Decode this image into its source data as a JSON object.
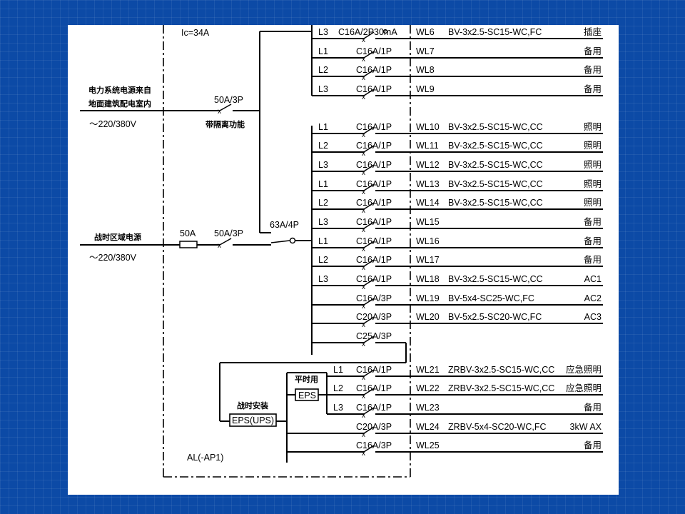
{
  "source_left": {
    "title_line1": "电力系统电源来自",
    "title_line2": "地面建筑配电室内",
    "voltage": "～220/380V",
    "breaker": "50A/3P",
    "breaker_note": "带隔离功能"
  },
  "source_war": {
    "title": "战时区域电源",
    "voltage": "～220/380V",
    "fuse": "50A",
    "breaker": "50A/3P"
  },
  "ic_label": "Ic=34A",
  "main_switch": "63A/4P",
  "panel_name": "AL(-AP1)",
  "upper_group": [
    {
      "phase": "L3",
      "breaker": "C16A/2P30mA",
      "circuit": "WL6",
      "cable": "BV-3x2.5-SC15-WC,FC",
      "load": "插座"
    },
    {
      "phase": "L1",
      "breaker": "C16A/1P",
      "circuit": "WL7",
      "cable": "",
      "load": "备用"
    },
    {
      "phase": "L2",
      "breaker": "C16A/1P",
      "circuit": "WL8",
      "cable": "",
      "load": "备用"
    },
    {
      "phase": "L3",
      "breaker": "C16A/1P",
      "circuit": "WL9",
      "cable": "",
      "load": "备用"
    }
  ],
  "middle_group": [
    {
      "phase": "L1",
      "breaker": "C16A/1P",
      "circuit": "WL10",
      "cable": "BV-3x2.5-SC15-WC,CC",
      "load": "照明"
    },
    {
      "phase": "L2",
      "breaker": "C16A/1P",
      "circuit": "WL11",
      "cable": "BV-3x2.5-SC15-WC,CC",
      "load": "照明"
    },
    {
      "phase": "L3",
      "breaker": "C16A/1P",
      "circuit": "WL12",
      "cable": "BV-3x2.5-SC15-WC,CC",
      "load": "照明"
    },
    {
      "phase": "L1",
      "breaker": "C16A/1P",
      "circuit": "WL13",
      "cable": "BV-3x2.5-SC15-WC,CC",
      "load": "照明"
    },
    {
      "phase": "L2",
      "breaker": "C16A/1P",
      "circuit": "WL14",
      "cable": "BV-3x2.5-SC15-WC,CC",
      "load": "照明"
    },
    {
      "phase": "L3",
      "breaker": "C16A/1P",
      "circuit": "WL15",
      "cable": "",
      "load": "备用"
    },
    {
      "phase": "L1",
      "breaker": "C16A/1P",
      "circuit": "WL16",
      "cable": "",
      "load": "备用"
    },
    {
      "phase": "L2",
      "breaker": "C16A/1P",
      "circuit": "WL17",
      "cable": "",
      "load": "备用"
    },
    {
      "phase": "L3",
      "breaker": "C16A/1P",
      "circuit": "WL18",
      "cable": "BV-3x2.5-SC15-WC,CC",
      "load": "AC1"
    },
    {
      "phase": "",
      "breaker": "C16A/3P",
      "circuit": "WL19",
      "cable": "BV-5x4-SC25-WC,FC",
      "load": "AC2"
    },
    {
      "phase": "",
      "breaker": "C20A/3P",
      "circuit": "WL20",
      "cable": "BV-5x2.5-SC20-WC,FC",
      "load": "AC3"
    }
  ],
  "eps_feeder": {
    "breaker": "C25A/3P"
  },
  "eps": {
    "box_label": "EPS(UPS)",
    "install_note": "战时安装",
    "peace_label": "EPS",
    "peace_note": "平时用"
  },
  "eps_group": [
    {
      "phase": "L1",
      "breaker": "C16A/1P",
      "circuit": "WL21",
      "cable": "ZRBV-3x2.5-SC15-WC,CC",
      "load": "应急照明"
    },
    {
      "phase": "L2",
      "breaker": "C16A/1P",
      "circuit": "WL22",
      "cable": "ZRBV-3x2.5-SC15-WC,CC",
      "load": "应急照明"
    },
    {
      "phase": "L3",
      "breaker": "C16A/1P",
      "circuit": "WL23",
      "cable": "",
      "load": "备用"
    },
    {
      "phase": "",
      "breaker": "C20A/3P",
      "circuit": "WL24",
      "cable": "ZRBV-5x4-SC20-WC,FC",
      "load": "3kW AX"
    },
    {
      "phase": "",
      "breaker": "C16A/3P",
      "circuit": "WL25",
      "cable": "",
      "load": "备用"
    }
  ]
}
